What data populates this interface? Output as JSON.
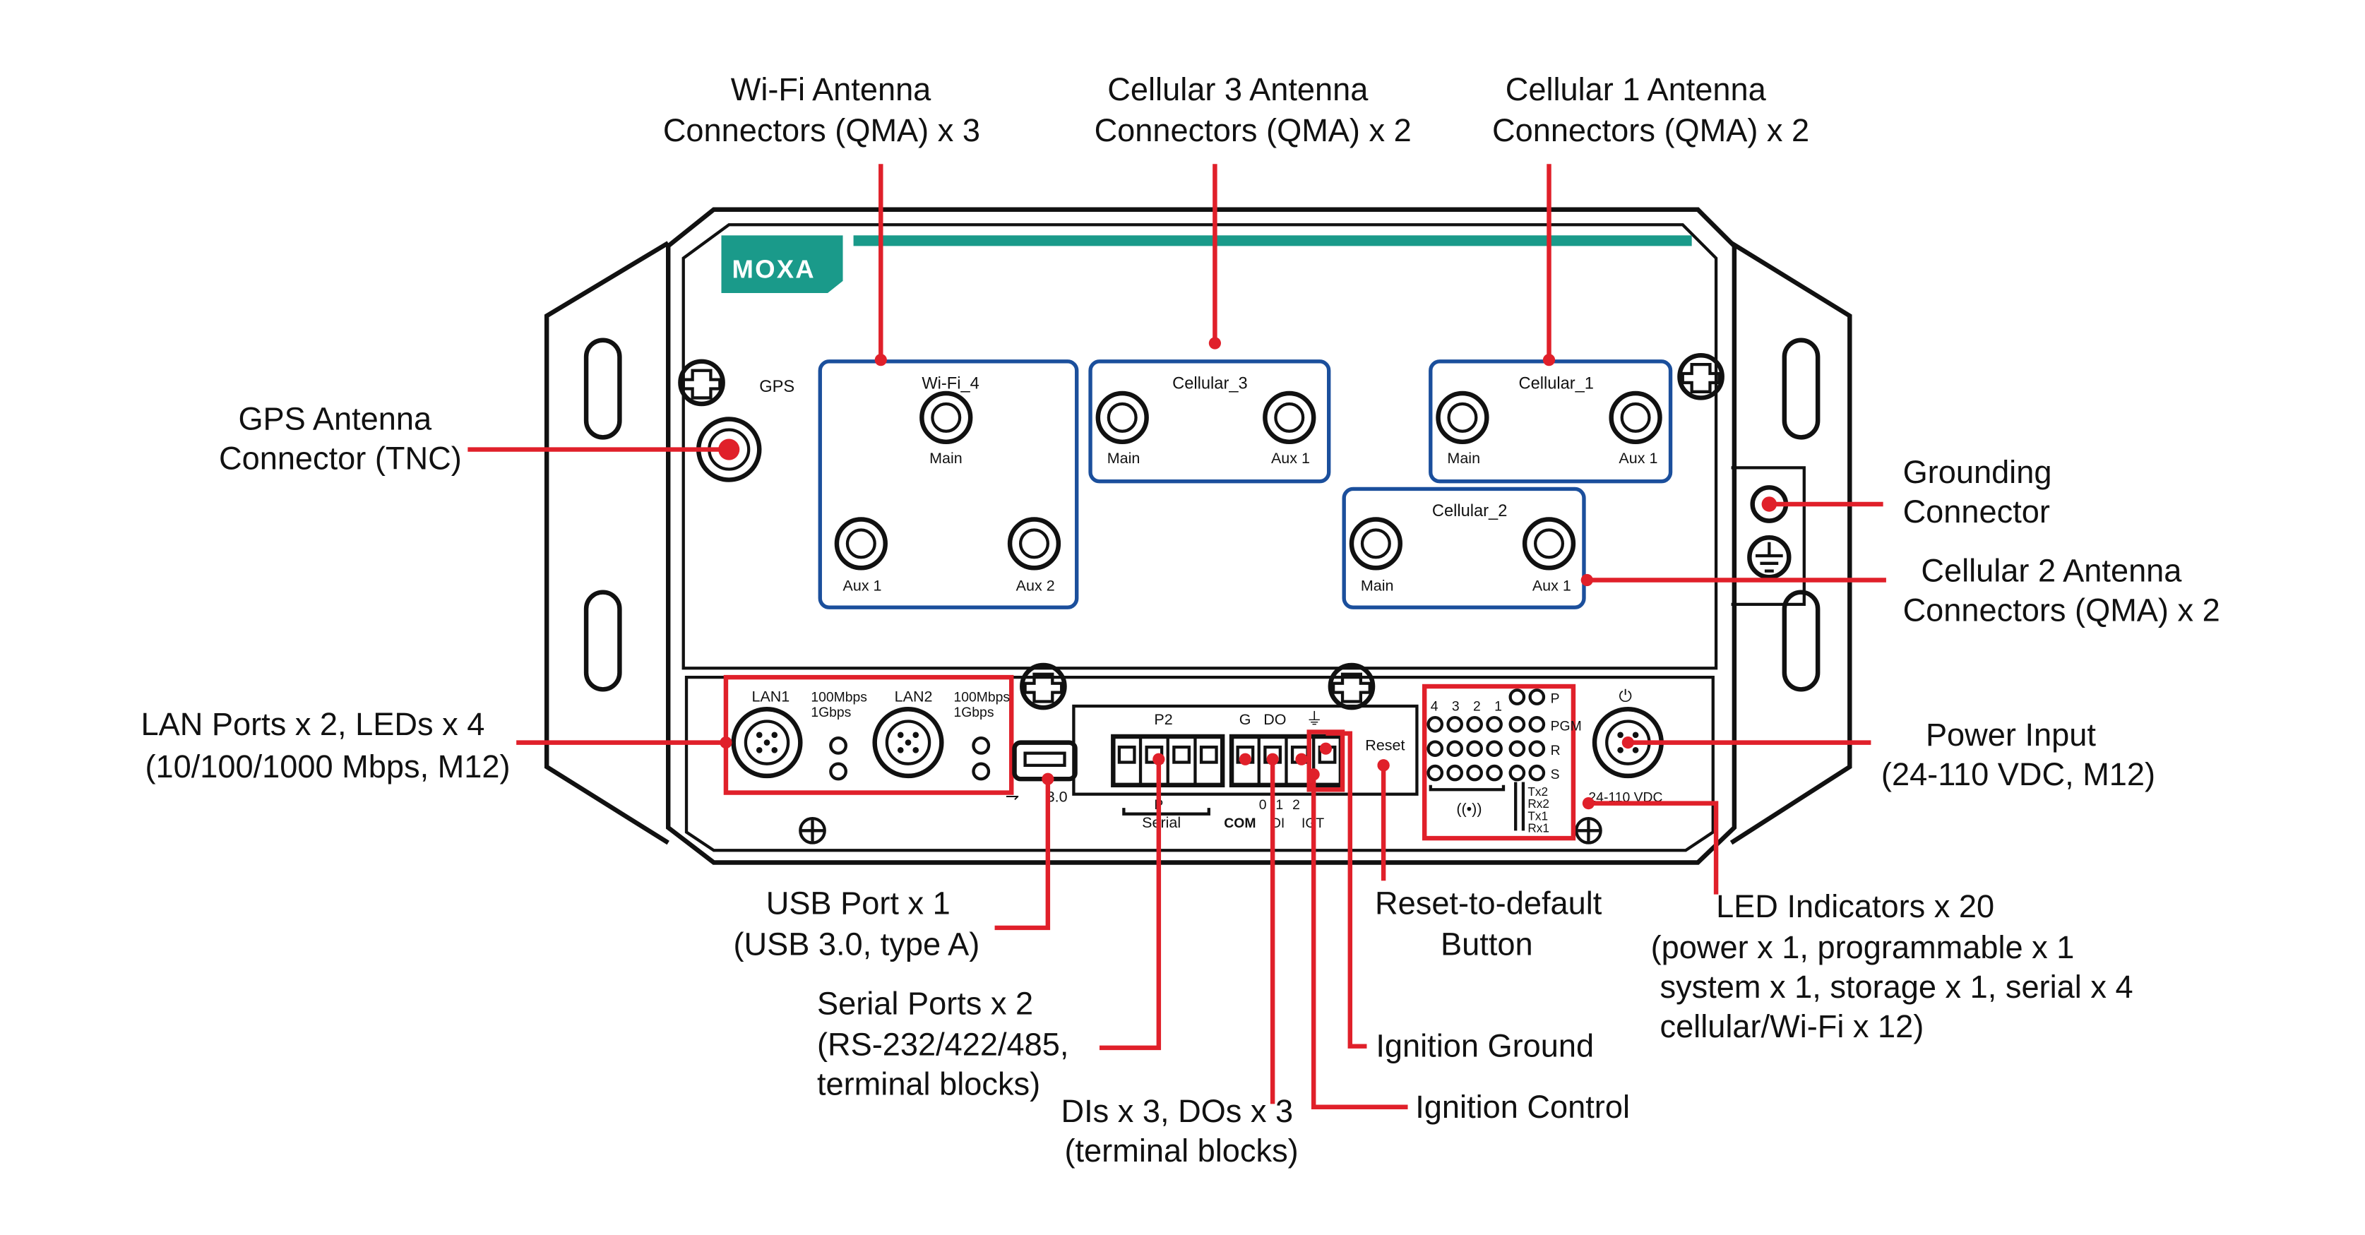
{
  "brand": {
    "logo_text": "MOXA",
    "accent_color": "#1a9a8a",
    "callout_color": "#e0202a",
    "group_color": "#1b4f9c"
  },
  "callouts": {
    "wifi": [
      "Wi-Fi Antenna",
      "Connectors (QMA) x 3"
    ],
    "cell3": [
      "Cellular 3 Antenna",
      "Connectors (QMA) x 2"
    ],
    "cell1": [
      "Cellular 1 Antenna",
      "Connectors (QMA) x 2"
    ],
    "gps": [
      "GPS Antenna",
      "Connector (TNC)"
    ],
    "ground": [
      "Grounding",
      "Connector"
    ],
    "cell2": [
      "Cellular 2 Antenna",
      "Connectors (QMA) x 2"
    ],
    "lan": [
      "LAN Ports x 2, LEDs x 4",
      "(10/100/1000 Mbps, M12)"
    ],
    "power": [
      "Power Input",
      "(24-110 VDC, M12)"
    ],
    "usb": [
      "USB Port x 1",
      "(USB 3.0, type A)"
    ],
    "reset": [
      "Reset-to-default",
      "Button"
    ],
    "leds": [
      "LED Indicators x 20",
      "(power x 1, programmable x 1",
      "system x 1, storage x 1, serial x 4",
      "cellular/Wi-Fi x 12)"
    ],
    "serial": [
      "Serial Ports x 2",
      "(RS-232/422/485,",
      "terminal blocks)"
    ],
    "ign_ground": [
      "Ignition Ground"
    ],
    "ign_control": [
      "Ignition Control"
    ],
    "dio": [
      "DIs x 3, DOs x 3",
      "(terminal blocks)"
    ]
  },
  "panel": {
    "gps": "GPS",
    "wifi": {
      "title": "Wi-Fi_4",
      "main": "Main",
      "aux1": "Aux 1",
      "aux2": "Aux 2"
    },
    "cell3": {
      "title": "Cellular_3",
      "main": "Main",
      "aux1": "Aux 1"
    },
    "cell1": {
      "title": "Cellular_1",
      "main": "Main",
      "aux1": "Aux 1"
    },
    "cell2": {
      "title": "Cellular_2",
      "main": "Main",
      "aux1": "Aux 1"
    },
    "lan1": "LAN1",
    "lan2": "LAN2",
    "speed_hi": "100Mbps",
    "speed_lo": "1Gbps",
    "usb": "3.0",
    "p2": "P2",
    "p1": "P",
    "serial": "Serial",
    "dio_g": "G",
    "dio_do": "DO",
    "dio_nums": [
      "0",
      "1",
      "2"
    ],
    "dio_com": "COM",
    "dio_di": "DI",
    "dio_igt": "IGT",
    "reset": "Reset",
    "led_cols": [
      "4",
      "3",
      "2",
      "1"
    ],
    "led_rows": [
      "P",
      "PGM",
      "R",
      "S"
    ],
    "led_serial": [
      "Tx2",
      "Rx2",
      "Tx1",
      "Rx1"
    ],
    "power_voltage": "24-110 VDC"
  }
}
